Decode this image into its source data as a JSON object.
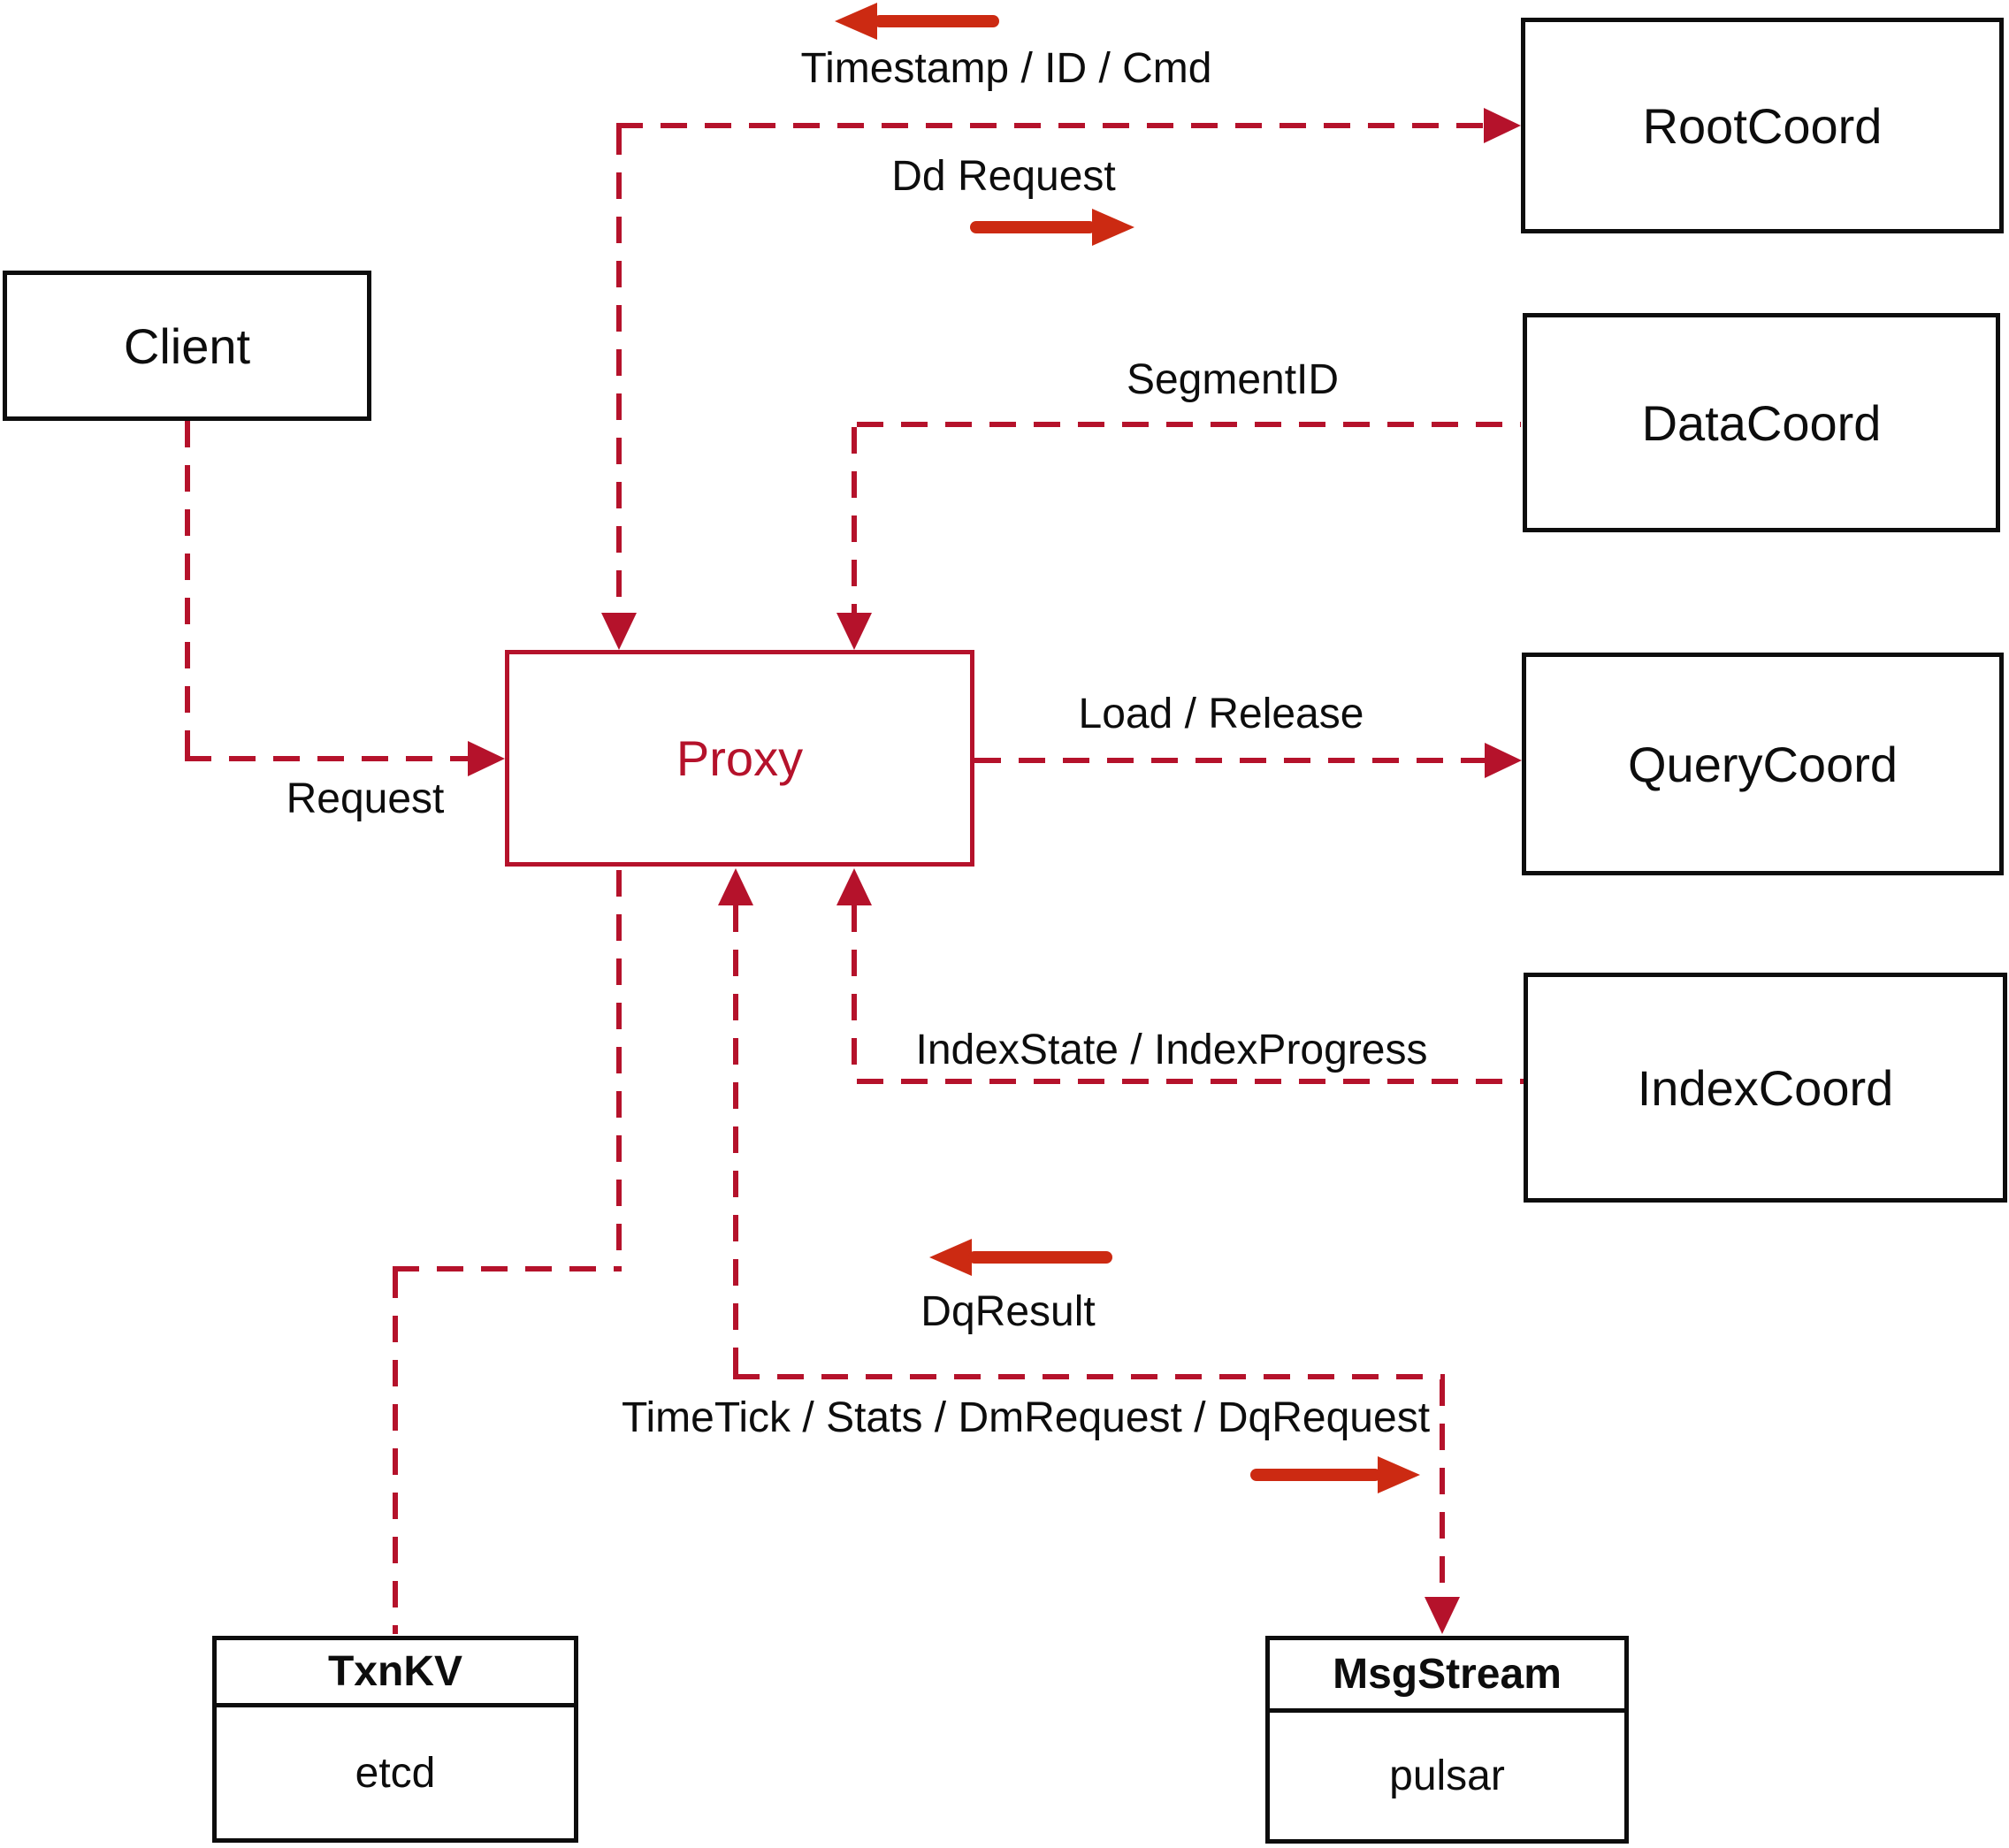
{
  "colors": {
    "line": "#b5122b",
    "arrow": "#cc2a12",
    "box_border": "#0d0d0d",
    "ink": "#0d0d0d"
  },
  "nodes": {
    "client": {
      "label": "Client"
    },
    "proxy": {
      "label": "Proxy"
    },
    "rootcoord": {
      "label": "RootCoord"
    },
    "datacoord": {
      "label": "DataCoord"
    },
    "querycoord": {
      "label": "QueryCoord"
    },
    "indexcoord": {
      "label": "IndexCoord"
    },
    "txnkv": {
      "title": "TxnKV",
      "impl": "etcd"
    },
    "msgstream": {
      "title": "MsgStream",
      "impl": "pulsar"
    }
  },
  "edge_labels": {
    "timestamp_id_cmd": "Timestamp / ID / Cmd",
    "dd_request": "Dd Request",
    "segment_id": "SegmentID",
    "load_release": "Load / Release",
    "request": "Request",
    "index_state": "IndexState / IndexProgress",
    "dq_result": "DqResult",
    "timetick": "TimeTick / Stats / DmRequest / DqRequest"
  }
}
